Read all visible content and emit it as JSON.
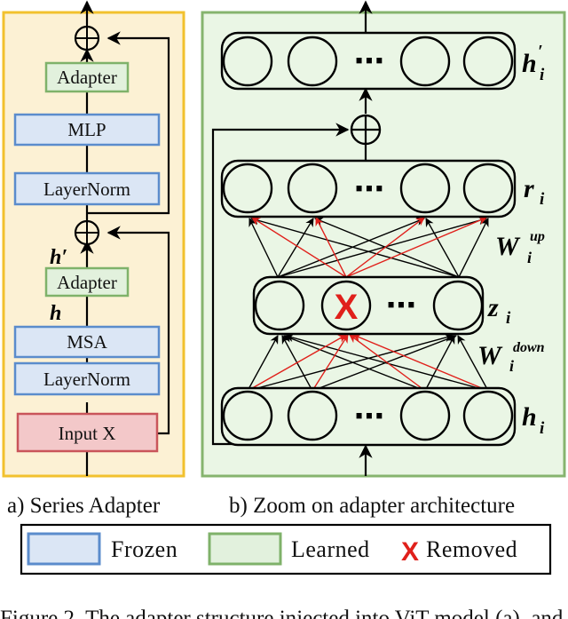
{
  "series_adapter": {
    "blocks": [
      "Adapter",
      "MLP",
      "LayerNorm",
      "Adapter",
      "MSA",
      "LayerNorm",
      "Input X"
    ],
    "h_prime": "h′",
    "h": "h"
  },
  "zoom": {
    "ellipsis": "⋯",
    "removed_mark": "X",
    "labels": {
      "h_prime_base": "h",
      "h_prime_sub": "i",
      "h_prime_sup": "′",
      "r_base": "r",
      "r_sub": "i",
      "z_base": "z",
      "z_sub": "i",
      "h_base": "h",
      "h_sub": "i",
      "w_up_base": "W",
      "w_up_sub": "i",
      "w_up_sup": "up",
      "w_down_base": "W",
      "w_down_sub": "i",
      "w_down_sup": "down"
    }
  },
  "captions": {
    "a": "a) Series Adapter",
    "b": "b) Zoom on adapter architecture"
  },
  "legend": {
    "frozen": "Frozen",
    "learned": "Learned",
    "removed_mark": "X",
    "removed": "Removed"
  },
  "figure_caption": "Figure 2. The adapter structure injected into ViT model (a), and",
  "colors": {
    "frozen_fill": "#dbe6f5",
    "frozen_stroke": "#5b8ccc",
    "learned_fill": "#e2f1dd",
    "learned_stroke": "#7fb26a",
    "input_fill": "#f3c8c9",
    "input_stroke": "#c9555a",
    "panel_a_fill": "#fcf1d4",
    "panel_a_stroke": "#f2c12e",
    "panel_b_fill": "#eaf6e5",
    "panel_b_stroke": "#86b46e",
    "red": "#e0201b"
  }
}
